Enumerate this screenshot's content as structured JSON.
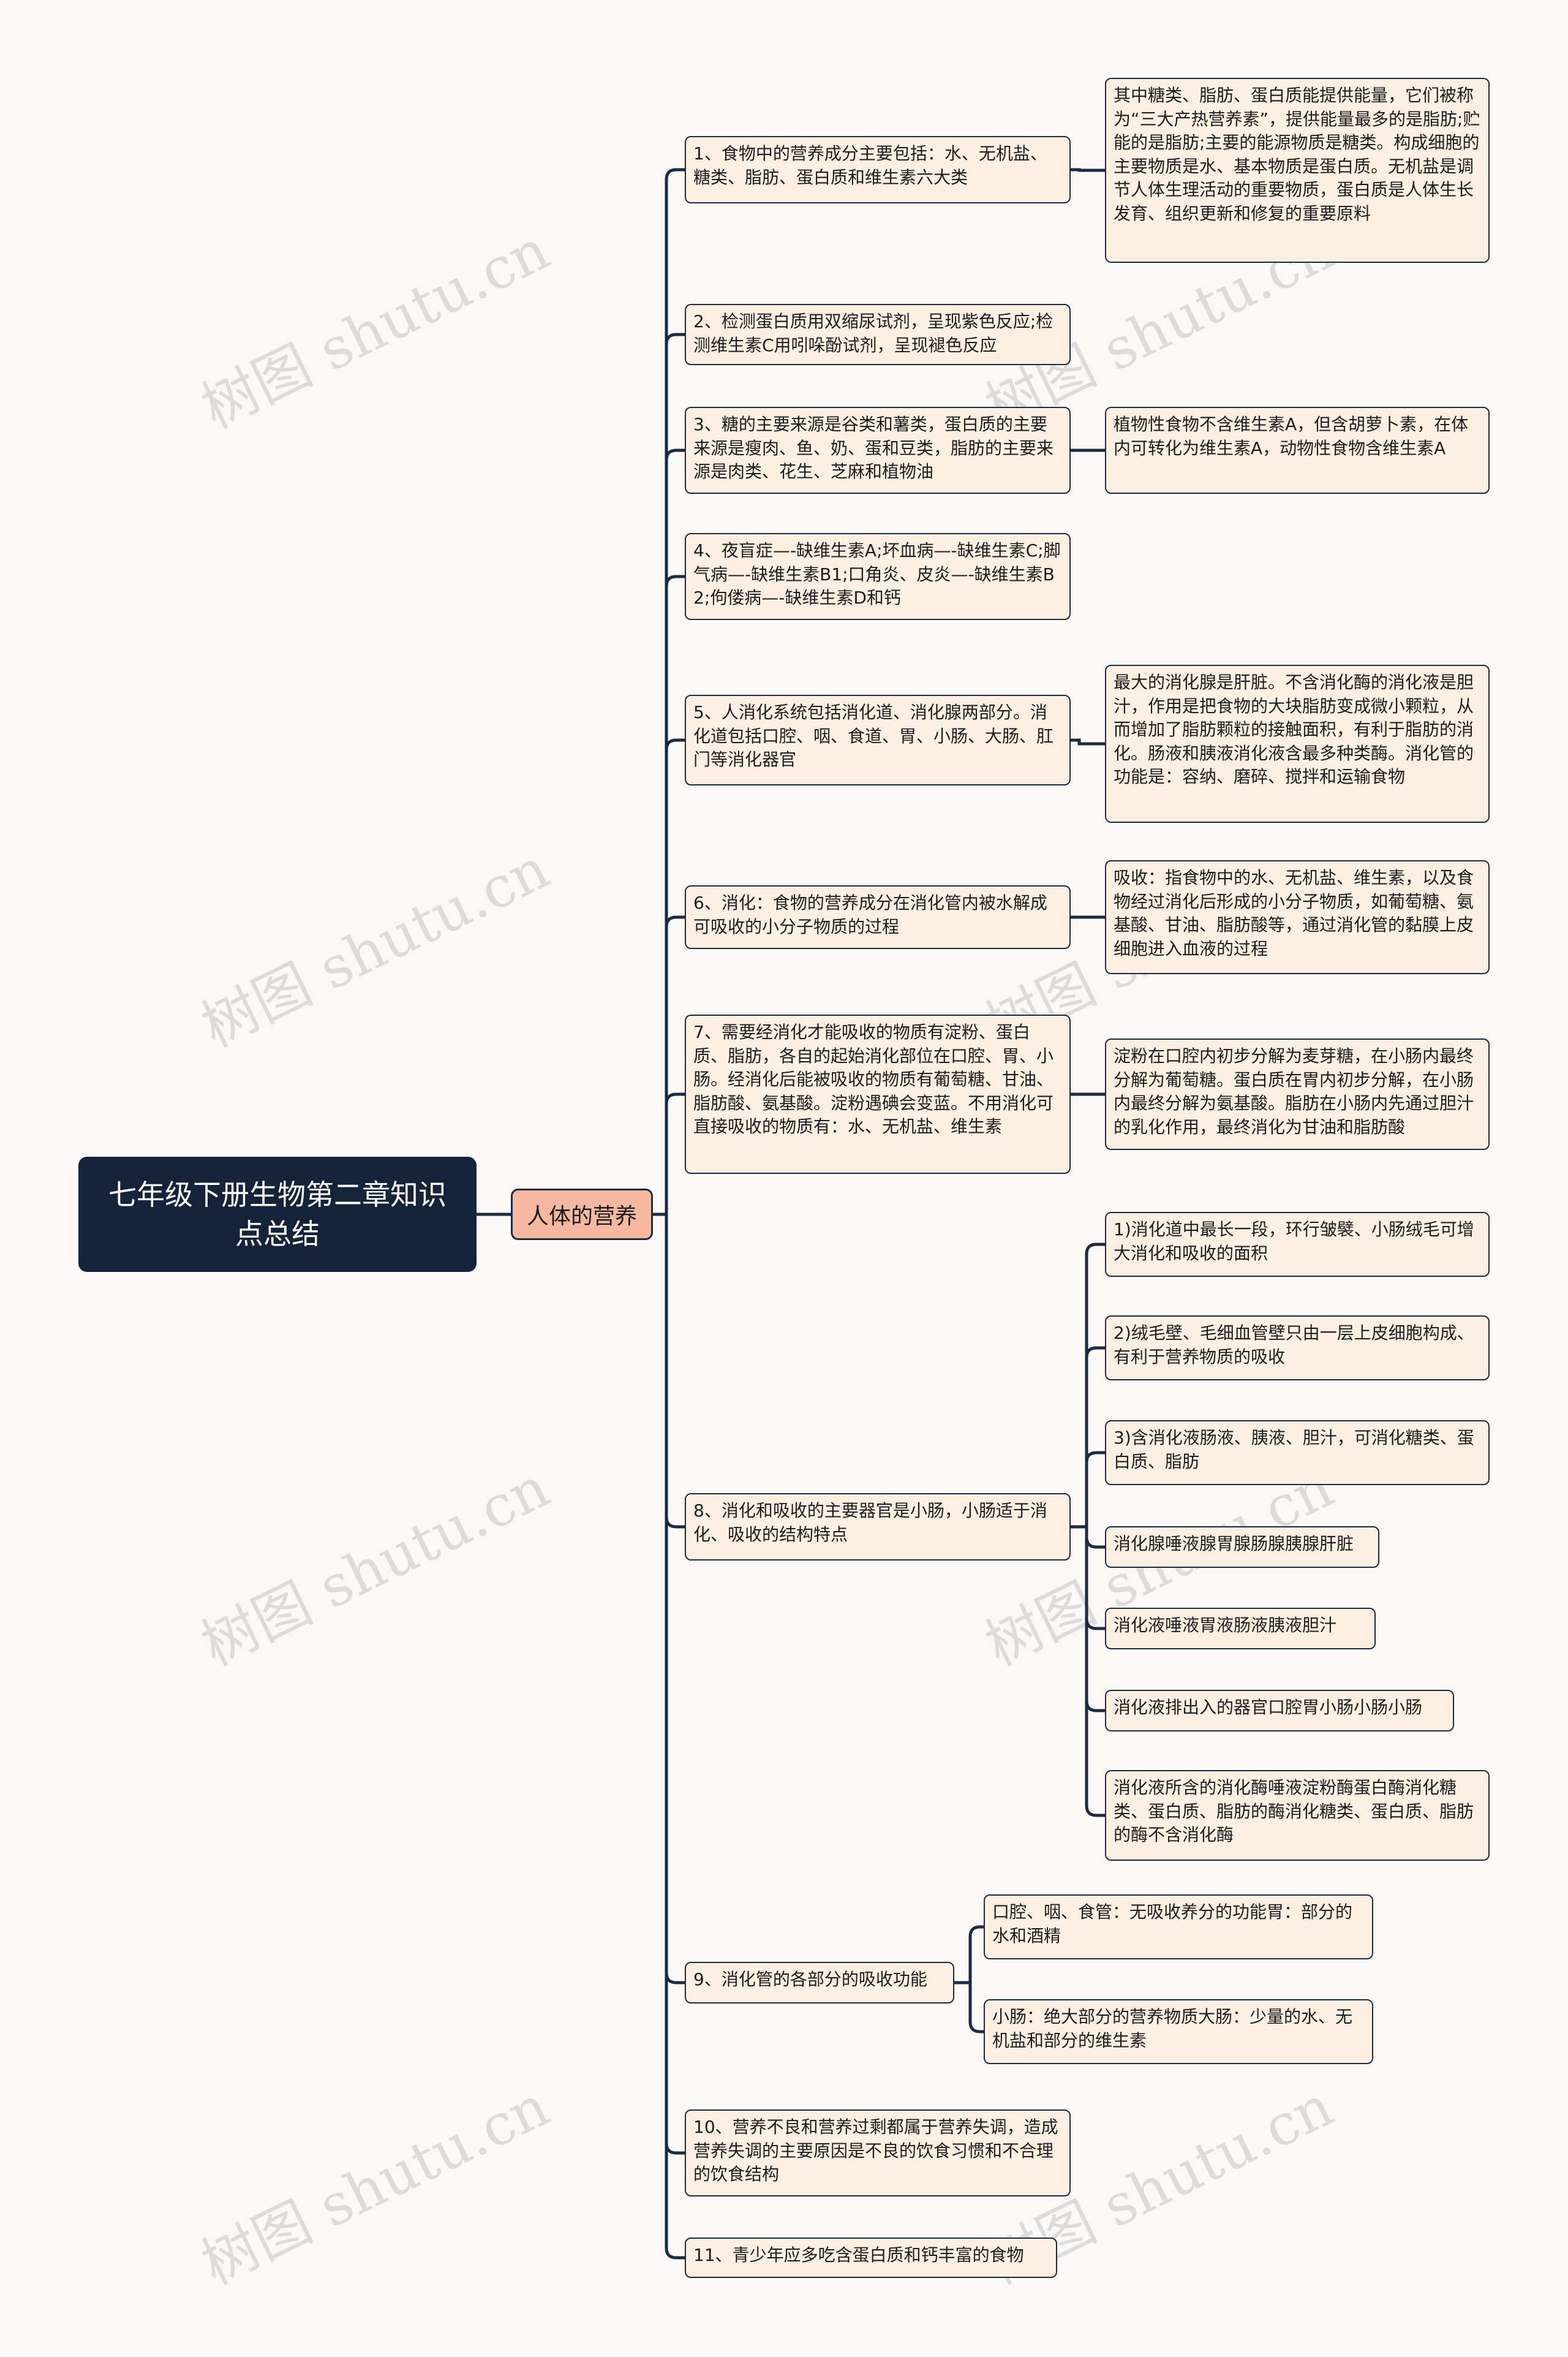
{
  "watermark": "树图 shutu.cn",
  "root": {
    "title": "七年级下册生物第二章知识点总结"
  },
  "hub": {
    "label": "人体的营养"
  },
  "branches": [
    {
      "label": "1、食物中的营养成分主要包括：水、无机盐、糖类、脂肪、蛋白质和维生素六大类",
      "children": [
        "其中糖类、脂肪、蛋白质能提供能量，它们被称为“三大产热营养素”，提供能量最多的是脂肪;贮能的是脂肪;主要的能源物质是糖类。构成细胞的主要物质是水、基本物质是蛋白质。无机盐是调节人体生理活动的重要物质，蛋白质是人体生长发育、组织更新和修复的重要原料"
      ]
    },
    {
      "label": "2、检测蛋白质用双缩尿试剂，呈现紫色反应;检测维生素C用吲哚酚试剂，呈现褪色反应",
      "children": []
    },
    {
      "label": "3、糖的主要来源是谷类和薯类，蛋白质的主要来源是瘦肉、鱼、奶、蛋和豆类，脂肪的主要来源是肉类、花生、芝麻和植物油",
      "children": [
        "植物性食物不含维生素A，但含胡萝卜素，在体内可转化为维生素A，动物性食物含维生素A"
      ]
    },
    {
      "label": "4、夜盲症—-缺维生素A;坏血病—-缺维生素C;脚气病—-缺维生素B1;口角炎、皮炎—-缺维生素B2;佝偻病—-缺维生素D和钙",
      "children": []
    },
    {
      "label": "5、人消化系统包括消化道、消化腺两部分。消化道包括口腔、咽、食道、胃、小肠、大肠、肛门等消化器官",
      "children": [
        "最大的消化腺是肝脏。不含消化酶的消化液是胆汁，作用是把食物的大块脂肪变成微小颗粒，从而增加了脂肪颗粒的接触面积，有利于脂肪的消化。肠液和胰液消化液含最多种类酶。消化管的功能是：容纳、磨碎、搅拌和运输食物"
      ]
    },
    {
      "label": "6、消化：食物的营养成分在消化管内被水解成可吸收的小分子物质的过程",
      "children": [
        "吸收：指食物中的水、无机盐、维生素，以及食物经过消化后形成的小分子物质，如葡萄糖、氨基酸、甘油、脂肪酸等，通过消化管的黏膜上皮细胞进入血液的过程"
      ]
    },
    {
      "label": "7、需要经消化才能吸收的物质有淀粉、蛋白质、脂肪，各自的起始消化部位在口腔、胃、小肠。经消化后能被吸收的物质有葡萄糖、甘油、脂肪酸、氨基酸。淀粉遇碘会变蓝。不用消化可直接吸收的物质有：水、无机盐、维生素",
      "children": [
        "淀粉在口腔内初步分解为麦芽糖，在小肠内最终分解为葡萄糖。蛋白质在胃内初步分解，在小肠内最终分解为氨基酸。脂肪在小肠内先通过胆汁的乳化作用，最终消化为甘油和脂肪酸"
      ]
    },
    {
      "label": "8、消化和吸收的主要器官是小肠，小肠适于消化、吸收的结构特点",
      "children": [
        "1)消化道中最长一段，环行皱襞、小肠绒毛可增大消化和吸收的面积",
        "2)绒毛壁、毛细血管壁只由一层上皮细胞构成、有利于营养物质的吸收",
        "3)含消化液肠液、胰液、胆汁，可消化糖类、蛋白质、脂肪",
        "消化腺唾液腺胃腺肠腺胰腺肝脏",
        "消化液唾液胃液肠液胰液胆汁",
        "消化液排出入的器官口腔胃小肠小肠小肠",
        "消化液所含的消化酶唾液淀粉酶蛋白酶消化糖类、蛋白质、脂肪的酶消化糖类、蛋白质、脂肪的酶不含消化酶"
      ]
    },
    {
      "label": "9、消化管的各部分的吸收功能",
      "children": [
        "口腔、咽、食管：无吸收养分的功能胃：部分的水和酒精",
        "小肠：绝大部分的营养物质大肠：少量的水、无机盐和部分的维生素"
      ]
    },
    {
      "label": "10、营养不良和营养过剩都属于营养失调，造成营养失调的主要原因是不良的饮食习惯和不合理的饮食结构",
      "children": []
    },
    {
      "label": "11、青少年应多吃含蛋白质和钙丰富的食物",
      "children": []
    }
  ]
}
